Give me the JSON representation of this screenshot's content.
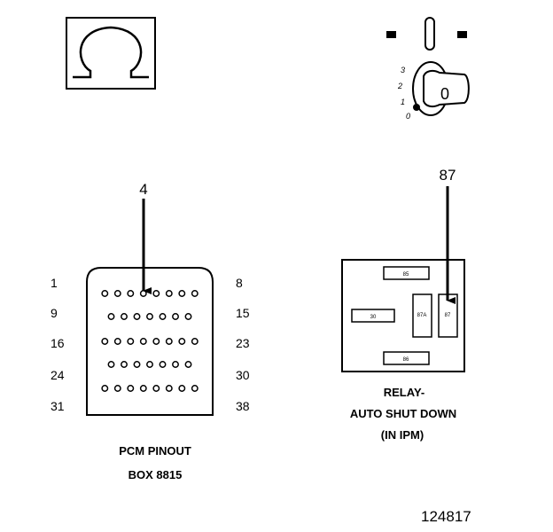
{
  "ohm_symbol": {
    "icon": "ohm-icon",
    "glyph": "Ω"
  },
  "ignition": {
    "icon": "ignition-key-icon",
    "positions": [
      "3",
      "2",
      "1",
      "0"
    ],
    "key_label": "0"
  },
  "pcm_connector": {
    "pointer_label": "4",
    "row_labels_left": [
      "1",
      "9",
      "16",
      "24",
      "31"
    ],
    "row_labels_right": [
      "8",
      "15",
      "23",
      "30",
      "38"
    ],
    "pin_counts": [
      8,
      7,
      8,
      7,
      8
    ],
    "caption_line1": "PCM PINOUT",
    "caption_line2": "BOX 8815"
  },
  "relay": {
    "pointer_label": "87",
    "terminals": {
      "t85": "85",
      "t30": "30",
      "t87a": "87A",
      "t87": "87",
      "t86": "86"
    },
    "caption_line1": "RELAY-",
    "caption_line2": "AUTO SHUT DOWN",
    "caption_line3": "(IN IPM)"
  },
  "figure_number": "124817"
}
